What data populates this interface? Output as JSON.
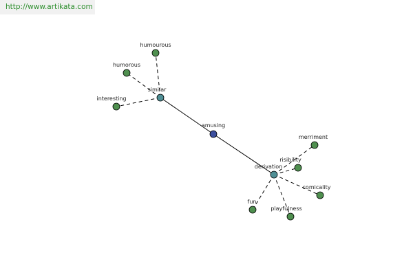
{
  "header": {
    "url": "http://www.artikata.com"
  },
  "colors": {
    "center": "#3c4f9e",
    "hub": "#4f8f95",
    "leaf": "#4f8f4f"
  },
  "graph": {
    "nodes": [
      {
        "id": "amusing",
        "label": "amusing",
        "kind": "center"
      },
      {
        "id": "similar",
        "label": "similar",
        "kind": "hub"
      },
      {
        "id": "derivation",
        "label": "derivation",
        "kind": "hub"
      },
      {
        "id": "humourous",
        "label": "humourous",
        "kind": "leaf"
      },
      {
        "id": "humorous",
        "label": "humorous",
        "kind": "leaf"
      },
      {
        "id": "interesting",
        "label": "interesting",
        "kind": "leaf"
      },
      {
        "id": "merriment",
        "label": "merriment",
        "kind": "leaf"
      },
      {
        "id": "risibility",
        "label": "risibility",
        "kind": "leaf"
      },
      {
        "id": "comicality",
        "label": "comicality",
        "kind": "leaf"
      },
      {
        "id": "fun",
        "label": "fun",
        "kind": "leaf"
      },
      {
        "id": "playfulness",
        "label": "playfulness",
        "kind": "leaf"
      }
    ],
    "edges": [
      {
        "from": "amusing",
        "to": "similar",
        "style": "solid"
      },
      {
        "from": "amusing",
        "to": "derivation",
        "style": "solid"
      },
      {
        "from": "similar",
        "to": "humourous",
        "style": "dashed"
      },
      {
        "from": "similar",
        "to": "humorous",
        "style": "dashed"
      },
      {
        "from": "similar",
        "to": "interesting",
        "style": "dashed"
      },
      {
        "from": "derivation",
        "to": "merriment",
        "style": "dashed"
      },
      {
        "from": "derivation",
        "to": "risibility",
        "style": "dashed"
      },
      {
        "from": "derivation",
        "to": "comicality",
        "style": "dashed"
      },
      {
        "from": "derivation",
        "to": "fun",
        "style": "dashed"
      },
      {
        "from": "derivation",
        "to": "playfulness",
        "style": "dashed"
      }
    ]
  }
}
